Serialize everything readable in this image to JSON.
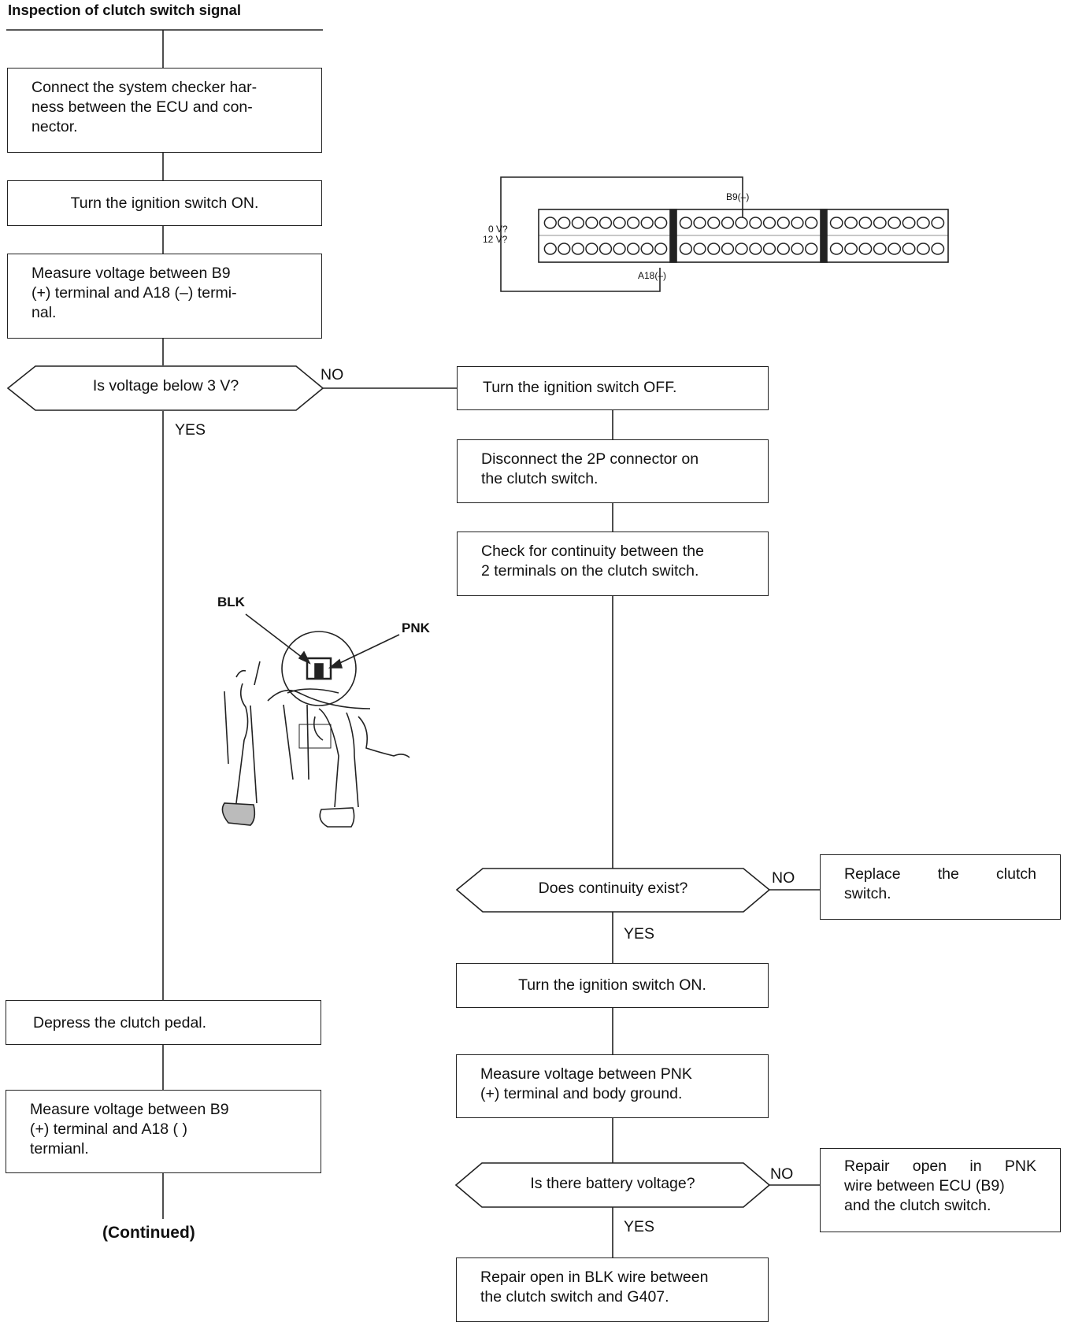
{
  "title": "Inspection of clutch switch signal",
  "steps": {
    "connect_checker": [
      "Connect the system checker har-",
      "ness between the ECU and con-",
      "nector."
    ],
    "ignition_on_1": "Turn the ignition switch ON.",
    "measure_b9_a18_1": [
      "Measure voltage between B9",
      "(+) terminal and A18 (–) termi-",
      "nal."
    ],
    "voltage_question": "Is voltage below 3 V?",
    "ignition_off": "Turn the ignition switch OFF.",
    "disconnect_2p": [
      "Disconnect the 2P connector on",
      "the clutch switch."
    ],
    "check_continuity": [
      "Check for continuity between the",
      "2 terminals on the clutch switch."
    ],
    "continuity_question": "Does continuity exist?",
    "replace_switch": [
      "Replace the clutch",
      "switch."
    ],
    "ignition_on_2": "Turn the ignition switch ON.",
    "measure_pnk": [
      "Measure voltage between PNK",
      "(+) terminal and body ground."
    ],
    "battery_question": "Is there battery voltage?",
    "repair_pnk": [
      "Repair open in PNK",
      "wire between ECU (B9)",
      "and the clutch switch."
    ],
    "repair_blk": [
      "Repair open in BLK wire between",
      "the clutch switch and G407."
    ],
    "depress_pedal": "Depress the clutch pedal.",
    "measure_b9_a18_2": [
      "Measure voltage between B9",
      "(+) terminal and A18 ( )",
      "termianl."
    ]
  },
  "branches": {
    "yes": "YES",
    "no": "NO"
  },
  "connector": {
    "b9_label": "B9(–)",
    "a18_label": "A18(–)",
    "meter_labels": [
      "0 V?",
      "12 V?"
    ],
    "pins": "ooooooooo"
  },
  "pedal_figure": {
    "blk_label": "BLK",
    "pnk_label": "PNK"
  },
  "continued": "(Continued)"
}
